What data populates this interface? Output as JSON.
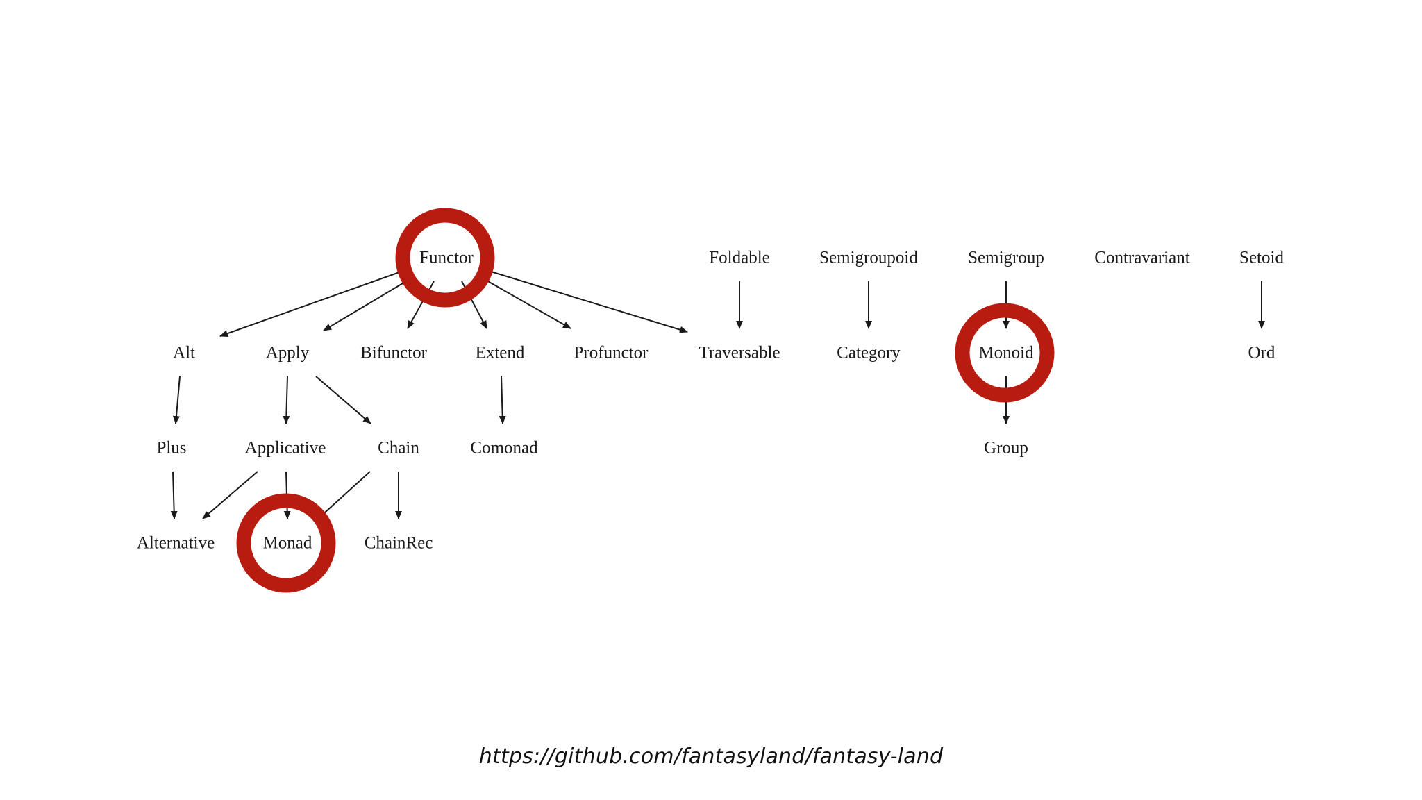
{
  "diagram": {
    "nodes": [
      {
        "id": "Functor",
        "label": "Functor",
        "highlighted": true
      },
      {
        "id": "Foldable",
        "label": "Foldable",
        "highlighted": false
      },
      {
        "id": "Semigroupoid",
        "label": "Semigroupoid",
        "highlighted": false
      },
      {
        "id": "Semigroup",
        "label": "Semigroup",
        "highlighted": false
      },
      {
        "id": "Contravariant",
        "label": "Contravariant",
        "highlighted": false
      },
      {
        "id": "Setoid",
        "label": "Setoid",
        "highlighted": false
      },
      {
        "id": "Alt",
        "label": "Alt",
        "highlighted": false
      },
      {
        "id": "Apply",
        "label": "Apply",
        "highlighted": false
      },
      {
        "id": "Bifunctor",
        "label": "Bifunctor",
        "highlighted": false
      },
      {
        "id": "Extend",
        "label": "Extend",
        "highlighted": false
      },
      {
        "id": "Profunctor",
        "label": "Profunctor",
        "highlighted": false
      },
      {
        "id": "Traversable",
        "label": "Traversable",
        "highlighted": false
      },
      {
        "id": "Category",
        "label": "Category",
        "highlighted": false
      },
      {
        "id": "Monoid",
        "label": "Monoid",
        "highlighted": true
      },
      {
        "id": "Ord",
        "label": "Ord",
        "highlighted": false
      },
      {
        "id": "Plus",
        "label": "Plus",
        "highlighted": false
      },
      {
        "id": "Applicative",
        "label": "Applicative",
        "highlighted": false
      },
      {
        "id": "Chain",
        "label": "Chain",
        "highlighted": false
      },
      {
        "id": "Comonad",
        "label": "Comonad",
        "highlighted": false
      },
      {
        "id": "Group",
        "label": "Group",
        "highlighted": false
      },
      {
        "id": "Alternative",
        "label": "Alternative",
        "highlighted": false
      },
      {
        "id": "Monad",
        "label": "Monad",
        "highlighted": true
      },
      {
        "id": "ChainRec",
        "label": "ChainRec",
        "highlighted": false
      }
    ],
    "edges": [
      {
        "from": "Functor",
        "to": "Alt"
      },
      {
        "from": "Functor",
        "to": "Apply"
      },
      {
        "from": "Functor",
        "to": "Bifunctor"
      },
      {
        "from": "Functor",
        "to": "Extend"
      },
      {
        "from": "Functor",
        "to": "Profunctor"
      },
      {
        "from": "Functor",
        "to": "Traversable"
      },
      {
        "from": "Foldable",
        "to": "Traversable"
      },
      {
        "from": "Semigroupoid",
        "to": "Category"
      },
      {
        "from": "Semigroup",
        "to": "Monoid"
      },
      {
        "from": "Setoid",
        "to": "Ord"
      },
      {
        "from": "Alt",
        "to": "Plus"
      },
      {
        "from": "Apply",
        "to": "Applicative"
      },
      {
        "from": "Apply",
        "to": "Chain"
      },
      {
        "from": "Extend",
        "to": "Comonad"
      },
      {
        "from": "Monoid",
        "to": "Group"
      },
      {
        "from": "Plus",
        "to": "Alternative"
      },
      {
        "from": "Applicative",
        "to": "Alternative"
      },
      {
        "from": "Applicative",
        "to": "Monad"
      },
      {
        "from": "Chain",
        "to": "Monad"
      },
      {
        "from": "Chain",
        "to": "ChainRec"
      }
    ],
    "highlight_color": "#b81c10",
    "arrow_color": "#1a1a1a"
  },
  "footer": {
    "source_url": "https://github.com/fantasyland/fantasy-land"
  }
}
